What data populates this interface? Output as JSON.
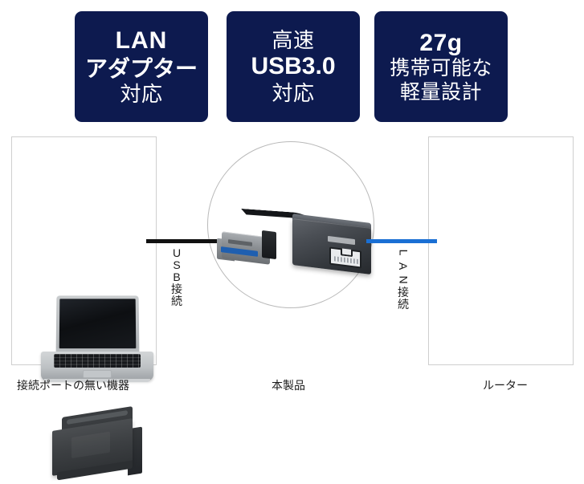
{
  "badges": [
    {
      "id": "lan-adapter",
      "lines": [
        {
          "text": "LAN",
          "style": "l-lan"
        },
        {
          "text": "アダプター",
          "style": "l-ada"
        },
        {
          "text": "対応",
          "style": "l-tai"
        }
      ]
    },
    {
      "id": "usb3",
      "lines": [
        {
          "text": "高速",
          "style": "l-kou"
        },
        {
          "text": "USB3.0",
          "style": "l-usb"
        },
        {
          "text": "対応",
          "style": "l-tai"
        }
      ]
    },
    {
      "id": "weight",
      "lines": [
        {
          "text": "27g",
          "style": "l-27g"
        },
        {
          "text": "携帯可能な",
          "style": "l-kei"
        },
        {
          "text": "軽量設計",
          "style": "l-kei"
        }
      ]
    }
  ],
  "panels": {
    "left": {
      "caption": "接続ポートの無い機器",
      "devices": [
        "laptop",
        "console-dock"
      ]
    },
    "center": {
      "caption": "本製品",
      "device": "usb-lan-adapter"
    },
    "right": {
      "caption": "ルーター",
      "device": "router"
    }
  },
  "connectors": [
    {
      "id": "usb",
      "label_chars": [
        "U",
        "S",
        "B"
      ],
      "label_kanji": [
        "接",
        "続"
      ],
      "color": "#111111"
    },
    {
      "id": "lan",
      "label_chars": [
        "L",
        "A",
        "N"
      ],
      "label_kanji": [
        "接",
        "続"
      ],
      "color": "#1a6fd4"
    }
  ],
  "router_leds": [
    "#2fbf3a",
    "#e03b2f",
    "#2fbf3a",
    "#2fbf3a",
    "#2fbf3a",
    "#2fbf3a",
    "#2fbf3a"
  ],
  "colors": {
    "badge_bg": "#0d1a4f",
    "badge_text": "#ffffff",
    "page_bg": "#ffffff",
    "panel_border": "#cfcfcf",
    "usb_line": "#111111",
    "lan_line": "#1a6fd4",
    "caption_text": "#1a1a1a",
    "circle_outline": "#b9b9b9"
  }
}
